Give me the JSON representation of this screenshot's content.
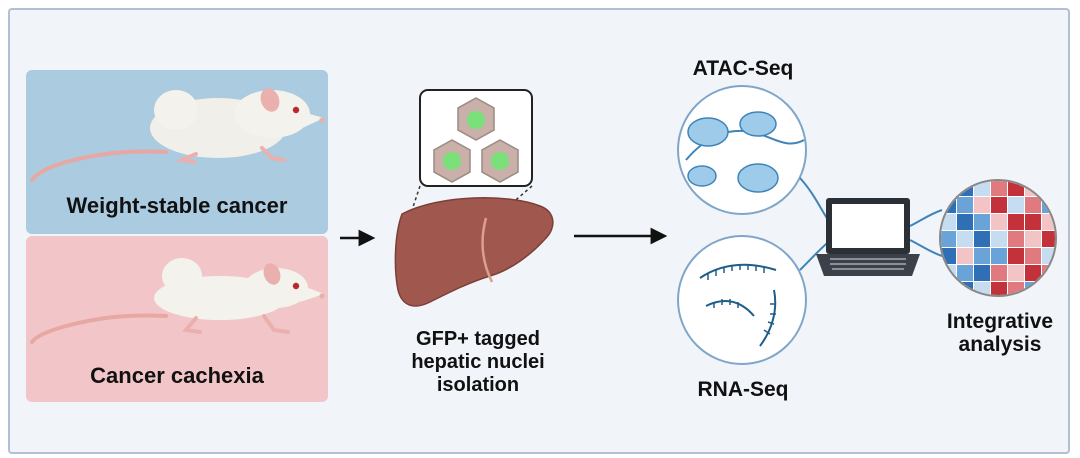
{
  "panels": {
    "weight_stable": {
      "label": "Weight-stable cancer",
      "color": "#aacbe0"
    },
    "cachexia": {
      "label": "Cancer cachexia",
      "color": "#f2c6c9"
    }
  },
  "steps": {
    "nuclei_isolation": {
      "line1": "GFP+ tagged",
      "line2": "hepatic nuclei",
      "line3": "isolation"
    },
    "atac": {
      "label": "ATAC-Seq"
    },
    "rna": {
      "label": "RNA-Seq"
    },
    "integrative": {
      "line1": "Integrative",
      "line2": "analysis"
    }
  },
  "colors": {
    "liver": "#a0574e",
    "nucleus": "#79e07a",
    "dna": "#3f84b9",
    "heatmap_red": "#c3323a",
    "heatmap_blue": "#2f6fb5"
  },
  "icons": [
    "mouse-icon",
    "liver-icon",
    "hepatocyte-icon",
    "chromatin-icon",
    "rna-icon",
    "laptop-icon",
    "heatmap-icon",
    "arrow-right-icon"
  ]
}
